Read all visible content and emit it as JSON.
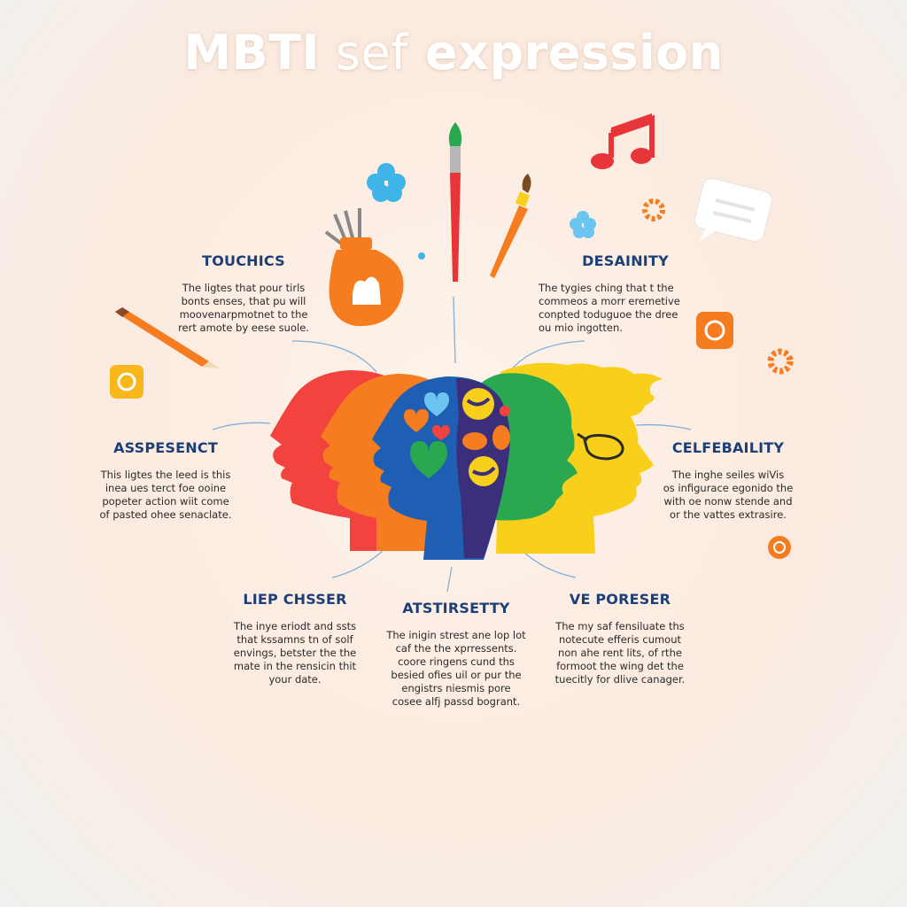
{
  "title": {
    "bold": "MBTI",
    "light": " sef",
    "rest": " expression"
  },
  "colors": {
    "red": "#f2433f",
    "orange": "#f57c1f",
    "blue": "#1f5fb3",
    "navy": "#3b2f7c",
    "green": "#2aa84f",
    "yellow": "#f8d01c",
    "heading": "#1c3f78"
  },
  "icons": [
    "paintbrush-icon",
    "paint-pot-icon",
    "music-note-icon",
    "speech-bubble-icon",
    "pencil-icon",
    "flower-icon",
    "cog-icon",
    "heart-icon",
    "glasses-icon"
  ],
  "blocks": {
    "touchics": {
      "heading": "TOUCHICS",
      "lines": [
        "The ligtes that pour tirls",
        "bonts enses, that pu will",
        "moovenarpmotnet to the",
        "rert amote by eese suole."
      ]
    },
    "desainity": {
      "heading": "DESAINITY",
      "lines": [
        "The tygies ching that t the",
        "commeos a morr eremetive",
        "conpted toduguoe the dree",
        "ou mio ingotten."
      ]
    },
    "aspessenct": {
      "heading": "ASSPESENCT",
      "lines": [
        "This ligtes the leed is this",
        "inea ues terct foe ooine",
        "popeter action wiit come",
        "of pasted ohee senaclate."
      ]
    },
    "celfebaility": {
      "heading": "CELFEBAILITY",
      "lines": [
        "The inghe seiles wiVis",
        "os infigurace  egonido the",
        "with oe nonw stende and",
        "or the vattes extrasire."
      ]
    },
    "liep": {
      "heading": "LIEP CHSSER",
      "lines": [
        "The inye eriodt and ssts",
        "that kssamns tn of solf",
        "envings, betster the the",
        "mate in the rensicin thit",
        "your date."
      ]
    },
    "atstirsetty": {
      "heading": "ATSTIRSETTY",
      "lines": [
        "The inigin strest ane lop lot",
        "caf the the xprressents.",
        "coore ringens cund ths",
        "besied ofies uil or pur the",
        "engistrs niesmis pore",
        "cosee alfj passd bogrant."
      ]
    },
    "poreser": {
      "heading": "VE PORESER",
      "lines": [
        "The my saf fensiluate ths",
        "notecute efferis cumout",
        "non ahe rent lits, of rthe",
        "formoot the wing det the",
        "tuecitly for dlive canager."
      ]
    }
  }
}
